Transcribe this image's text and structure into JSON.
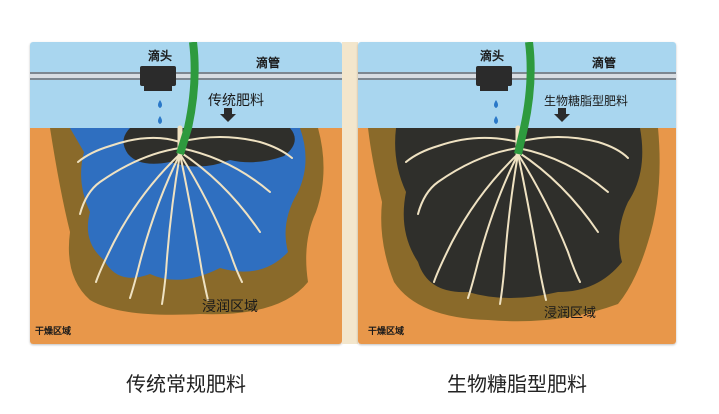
{
  "colors": {
    "sky": "#a9d6ef",
    "pipe": "#7d8790",
    "dripper": "#2b2b2b",
    "water_drop": "#2a78c8",
    "stem": "#2e9a3e",
    "dry_soil": "#e8974a",
    "wet_soil": "#8a6a2a",
    "water_zone": "#2f6fc0",
    "fertilizer_zone": "#2f2f2b",
    "root": "#efe2c2"
  },
  "panels": [
    {
      "id": "traditional",
      "labels": {
        "dripper": "滴头",
        "drip_tube": "滴管",
        "fertilizer": "传统肥料",
        "wetted_zone": "浸润区域",
        "dry_zone": "干燥区域"
      },
      "caption": "传统常规肥料"
    },
    {
      "id": "bio-glycolipid",
      "labels": {
        "dripper": "滴头",
        "drip_tube": "滴管",
        "fertilizer": "生物糖脂型肥料",
        "wetted_zone": "浸润区域",
        "dry_zone": "干燥区域"
      },
      "caption": "生物糖脂型肥料"
    }
  ]
}
